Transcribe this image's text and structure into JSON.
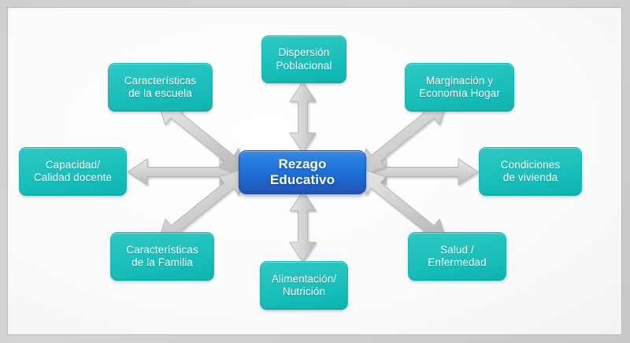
{
  "diagram": {
    "type": "hub-and-spoke concept map",
    "title_text": "Rezago Educativo",
    "colors": {
      "hub_fill": "#1d6fd8",
      "satellite_fill": "#19bcb7",
      "arrow_fill": "#cdcdcd",
      "arrow_stroke": "#b8b8b8",
      "canvas_bg": "#f7f7f7",
      "frame_bg": "#cfcfcf"
    },
    "hub": {
      "id": "rezago-educativo",
      "label": "Rezago\nEducativo"
    },
    "satellites": [
      {
        "id": "dispersion-poblacional",
        "label": "Dispersión\nPoblacional",
        "position": "top-center"
      },
      {
        "id": "caracteristicas-escuela",
        "label": "Características\nde la escuela",
        "position": "top-left"
      },
      {
        "id": "marginacion-economia-hogar",
        "label": "Marginación y\nEconomía Hogar",
        "position": "top-right"
      },
      {
        "id": "capacidad-calidad-docente",
        "label": "Capacidad/\nCalidad docente",
        "position": "middle-left"
      },
      {
        "id": "condiciones-vivienda",
        "label": "Condiciones\nde vivienda",
        "position": "middle-right"
      },
      {
        "id": "caracteristicas-familia",
        "label": "Características\nde la Familia",
        "position": "bottom-left"
      },
      {
        "id": "alimentacion-nutricion",
        "label": "Alimentación/\nNutrición",
        "position": "bottom-center"
      },
      {
        "id": "salud-enfermedad",
        "label": "Salud /\nEnfermedad",
        "position": "bottom-right"
      }
    ],
    "connectors": [
      {
        "id": "hub-to-dispersion-poblacional",
        "style": "double-headed-arrow",
        "direction": "vertical"
      },
      {
        "id": "hub-to-caracteristicas-escuela",
        "style": "double-headed-arrow",
        "direction": "diagonal-up-left"
      },
      {
        "id": "hub-to-marginacion-economia-hogar",
        "style": "double-headed-arrow",
        "direction": "diagonal-up-right"
      },
      {
        "id": "hub-to-capacidad-calidad-docente",
        "style": "double-headed-arrow",
        "direction": "horizontal-left"
      },
      {
        "id": "hub-to-condiciones-vivienda",
        "style": "double-headed-arrow",
        "direction": "horizontal-right"
      },
      {
        "id": "hub-to-caracteristicas-familia",
        "style": "double-headed-arrow",
        "direction": "diagonal-down-left"
      },
      {
        "id": "hub-to-alimentacion-nutricion",
        "style": "double-headed-arrow",
        "direction": "vertical-down"
      },
      {
        "id": "hub-to-salud-enfermedad",
        "style": "double-headed-arrow",
        "direction": "diagonal-down-right"
      }
    ]
  }
}
